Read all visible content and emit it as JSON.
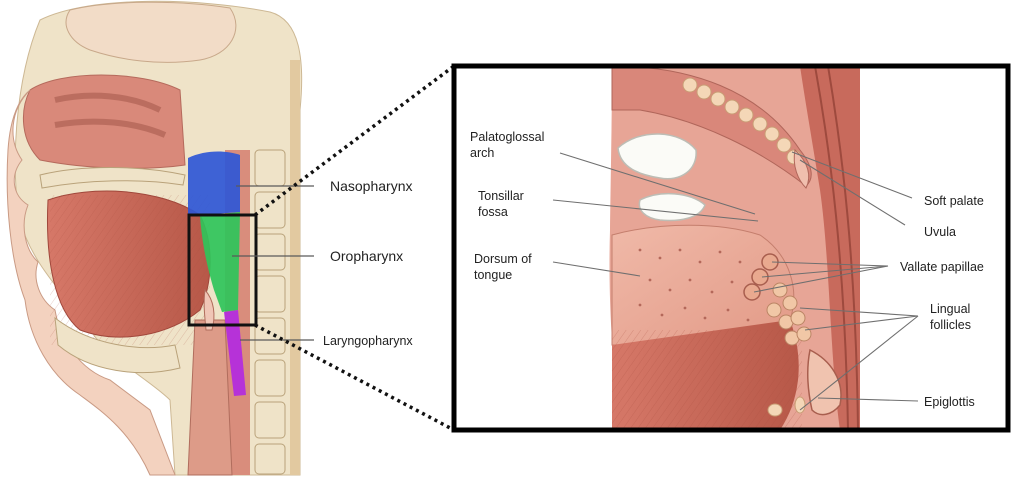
{
  "overview_labels": {
    "nasopharynx": "Nasopharynx",
    "oropharynx": "Oropharynx",
    "laryngopharynx": "Laryngopharynx"
  },
  "inset_labels": {
    "palatoglossal_arch": [
      "Palatoglossal",
      "arch"
    ],
    "tonsillar_fossa": [
      "Tonsillar",
      "fossa"
    ],
    "dorsum_of_tongue": [
      "Dorsum of",
      "tongue"
    ],
    "soft_palate": "Soft palate",
    "uvula": "Uvula",
    "vallate_papillae": "Vallate papillae",
    "lingual_follicles": [
      "Lingual",
      "follicles"
    ],
    "epiglottis": "Epiglottis"
  },
  "colors": {
    "nasopharynx_region": "#2f57d6",
    "oropharynx_region": "#2fc45a",
    "laryngopharynx_region": "#b32ae0",
    "tissue_pink": "#e7a596",
    "muscle_red": "#c9665a",
    "bone_cream": "#efe3c8",
    "inset_frame": "#000000"
  }
}
